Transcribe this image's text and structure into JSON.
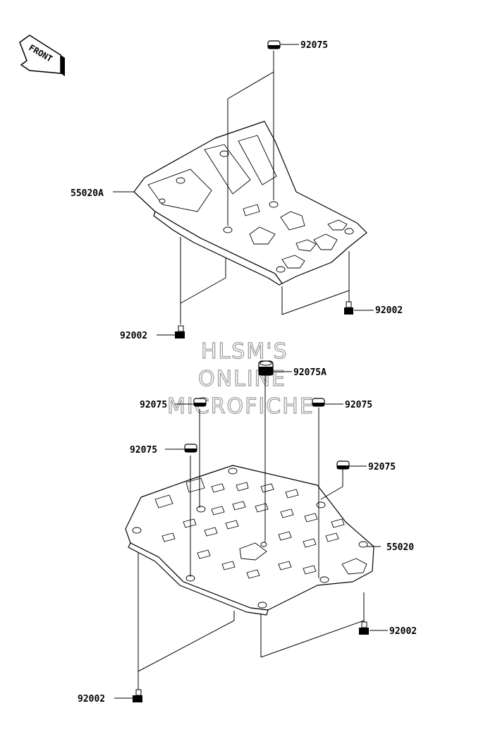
{
  "front_badge": "FRONT",
  "watermark": [
    "HLSM'S",
    "ONLINE",
    "MICROFICHE"
  ],
  "parts": {
    "upper_guard": "55020A",
    "lower_guard": "55020",
    "nut_upper": "92075",
    "bolt_upper_left": "92002",
    "bolt_upper_right": "92002",
    "collar": "92075A",
    "nut_lower_left_top": "92075",
    "nut_lower_right_top": "92075",
    "nut_lower_left": "92075",
    "nut_lower_right": "92075",
    "bolt_lower_right": "92002",
    "bolt_lower_left": "92002"
  }
}
